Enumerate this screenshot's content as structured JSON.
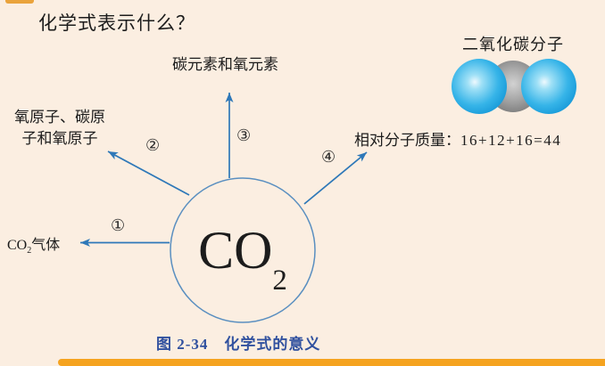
{
  "page": {
    "background_color": "#fbeee1",
    "edge_accent_color": "#f5a31f",
    "arrow_color": "#2e78b8",
    "caption_color": "#31519f"
  },
  "header": {
    "title": "化学式表示什么？"
  },
  "molecule_panel": {
    "title": "二氧化碳分子",
    "oxygen_color": "#29abe2",
    "carbon_color": "#8f8f8f"
  },
  "diagram": {
    "formula_main": "CO",
    "formula_sub": "2",
    "arrow1": {
      "num": "①",
      "label_prefix": "CO",
      "label_sub": "2",
      "label_suffix": "气体"
    },
    "arrow2": {
      "num": "②",
      "line1": "氧原子、碳原",
      "line2": "子和氧原子"
    },
    "arrow3": {
      "num": "③",
      "label": "碳元素和氧元素"
    },
    "arrow4": {
      "num": "④",
      "label": "相对分子质量：",
      "value": "16+12+16=44"
    }
  },
  "caption": {
    "text": "图 2-34　化学式的意义"
  }
}
